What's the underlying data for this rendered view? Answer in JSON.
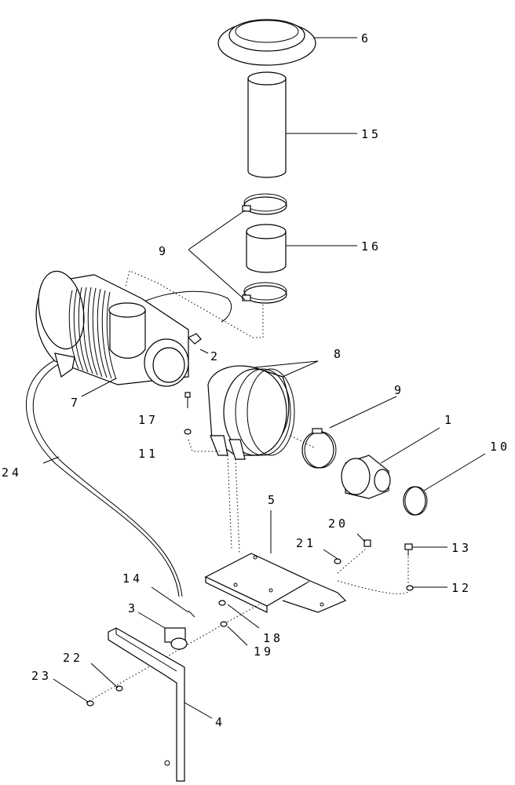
{
  "callouts": {
    "c1": "1",
    "c2": "2",
    "c3": "3",
    "c4": "4",
    "c5": "5",
    "c6": "6",
    "c7": "7",
    "c8": "8",
    "c9_top": "9",
    "c9_right": "9",
    "c10": "10",
    "c11": "11",
    "c12": "12",
    "c13": "13",
    "c14": "14",
    "c15": "15",
    "c16": "16",
    "c17": "17",
    "c18": "18",
    "c19": "19",
    "c20": "20",
    "c21": "21",
    "c22": "22",
    "c23": "23",
    "c24": "24"
  }
}
